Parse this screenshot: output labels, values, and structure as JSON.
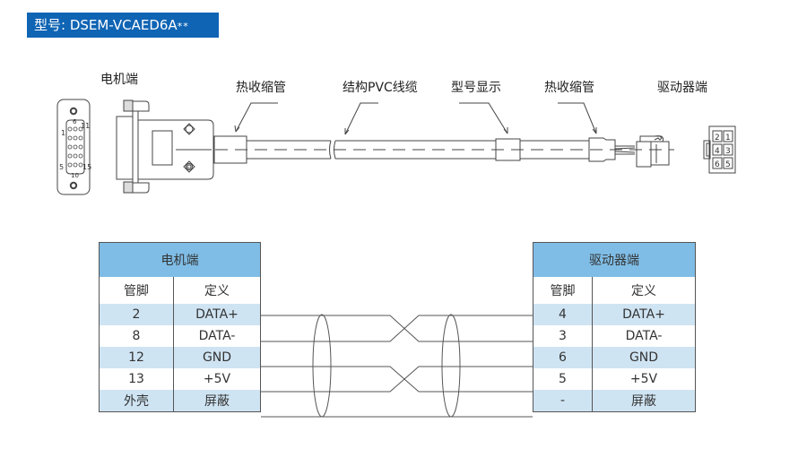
{
  "title": {
    "prefix": "型号: DSEM-VCAED6A",
    "suffix": "**"
  },
  "colors": {
    "title_bg": "#0f64b4",
    "table_header": "#7fbde6",
    "table_alt_row": "#cfe4f3",
    "line": "#555555"
  },
  "callouts": {
    "motor_end": "电机端",
    "heat_shrink_1": "热收缩管",
    "pvc_cable": "结构PVC线缆",
    "model_display": "型号显示",
    "heat_shrink_2": "热收缩管",
    "driver_end": "驱动器端"
  },
  "db15_pin_labels": [
    "1",
    "5",
    "6",
    "10",
    "11",
    "15"
  ],
  "driver_connector_pins": [
    "2",
    "1",
    "4",
    "3",
    "6",
    "5"
  ],
  "motor_table": {
    "title": "电机端",
    "headers": [
      "管脚",
      "定义"
    ],
    "rows": [
      {
        "pin": "2",
        "def": "DATA+"
      },
      {
        "pin": "8",
        "def": "DATA-"
      },
      {
        "pin": "12",
        "def": "GND"
      },
      {
        "pin": "13",
        "def": "+5V"
      },
      {
        "pin": "外壳",
        "def": "屏蔽"
      }
    ]
  },
  "driver_table": {
    "title": "驱动器端",
    "headers": [
      "管脚",
      "定义"
    ],
    "rows": [
      {
        "pin": "4",
        "def": "DATA+"
      },
      {
        "pin": "3",
        "def": "DATA-"
      },
      {
        "pin": "6",
        "def": "GND"
      },
      {
        "pin": "5",
        "def": "+5V"
      },
      {
        "pin": "-",
        "def": "屏蔽"
      }
    ]
  }
}
